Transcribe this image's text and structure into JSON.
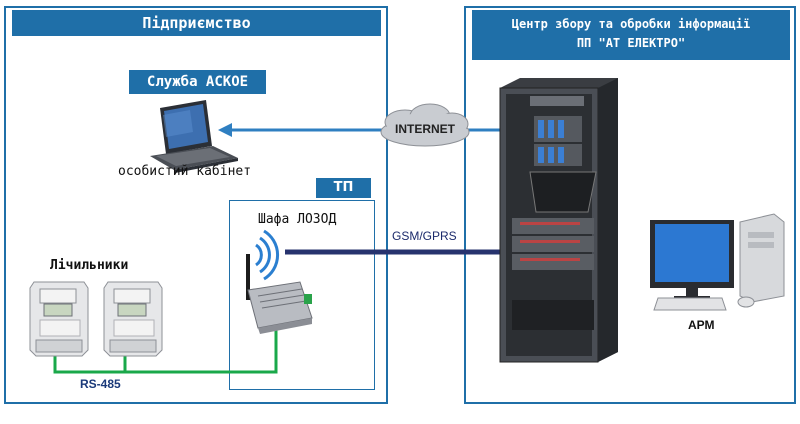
{
  "enterprise": {
    "title": "Підприємство"
  },
  "center": {
    "title_line1": "Центр збору та обробки інформації",
    "title_line2": "ПП \"АТ ЕЛЕКТРО\""
  },
  "askoe": {
    "label": "Служба АСКОЕ"
  },
  "laptop": {
    "caption": "особистий кабінет"
  },
  "tp": {
    "label": "ТП",
    "cabinet_label": "Шафа ЛОЗОД"
  },
  "meters": {
    "label": "Лічильники"
  },
  "links": {
    "internet": "INTERNET",
    "gsm": "GSM/GPRS",
    "rs485": "RS-485"
  },
  "workstation": {
    "label": "АРМ"
  },
  "colors": {
    "frame": "#1f6fa8",
    "line_dark": "#27336e",
    "line_green": "#1aa84a",
    "arrow": "#2f7fc1"
  }
}
